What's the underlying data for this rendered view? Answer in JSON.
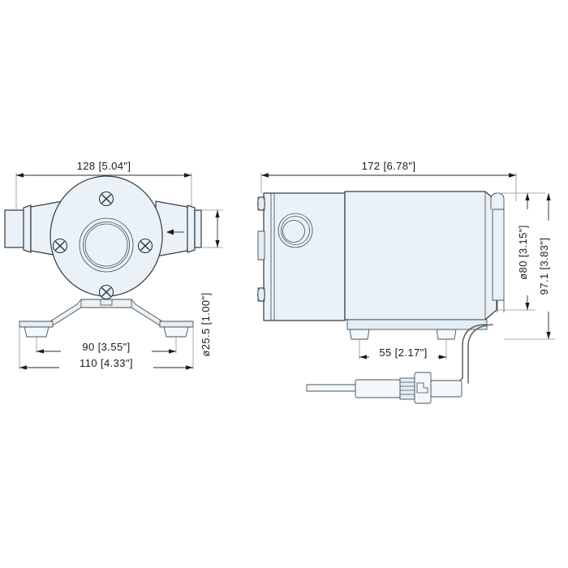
{
  "document": {
    "type": "engineering-dimension-drawing",
    "subject": "Diaphragm water pump with mounting base and wiring harness",
    "background_color": "#ffffff",
    "line_color": "#3a3f44",
    "fill_color": "#eaf2f8",
    "dimension_text_color": "#1a1a1a"
  },
  "views": [
    {
      "id": "front-view",
      "name": "Front / pump-head view",
      "features": [
        "circular pump head",
        "four cross-head screws",
        "central bore",
        "left inlet port",
        "right outlet port with flow arrow",
        "mounting bracket with two feet"
      ]
    },
    {
      "id": "side-view",
      "name": "Side / motor view",
      "features": [
        "pump head end cap with circular port boss",
        "motor housing body",
        "pressure switch cover",
        "cable clip on rear",
        "two mounting feet",
        "power cable with inline connector"
      ]
    }
  ],
  "dimensions": {
    "front_overall_width": {
      "value_mm": "128",
      "value_in": "[5.04\"]",
      "label": "128  [5.04\"]",
      "orientation": "horizontal",
      "view": "front-view"
    },
    "front_port_diameter": {
      "value_mm": "ø25.5",
      "value_in": "[1.00\"]",
      "label": "ø25.5  [1.00\"]",
      "orientation": "vertical",
      "view": "front-view"
    },
    "front_foot_inner_spacing": {
      "value_mm": "90",
      "value_in": "[3.55\"]",
      "label": "90  [3.55\"]",
      "orientation": "horizontal",
      "view": "front-view"
    },
    "front_base_width": {
      "value_mm": "110",
      "value_in": "[4.33\"]",
      "label": "110  [4.33\"]",
      "orientation": "horizontal",
      "view": "front-view"
    },
    "side_overall_length": {
      "value_mm": "172",
      "value_in": "[6.78\"]",
      "label": "172  [6.78\"]",
      "orientation": "horizontal",
      "view": "side-view"
    },
    "side_body_diameter": {
      "value_mm": "ø80",
      "value_in": "[3.15\"]",
      "label": "ø80  [3.15\"]",
      "orientation": "vertical",
      "view": "side-view"
    },
    "side_overall_height": {
      "value_mm": "97.1",
      "value_in": "[3.83\"]",
      "label": "97.1  [3.83\"]",
      "orientation": "vertical",
      "view": "side-view"
    },
    "side_foot_spacing": {
      "value_mm": "55",
      "value_in": "[2.17\"]",
      "label": "55  [2.17\"]",
      "orientation": "horizontal",
      "view": "side-view"
    }
  },
  "annotations": {
    "flow_arrow": {
      "name": "flow-direction-arrow",
      "direction": "left",
      "view": "front-view"
    }
  }
}
